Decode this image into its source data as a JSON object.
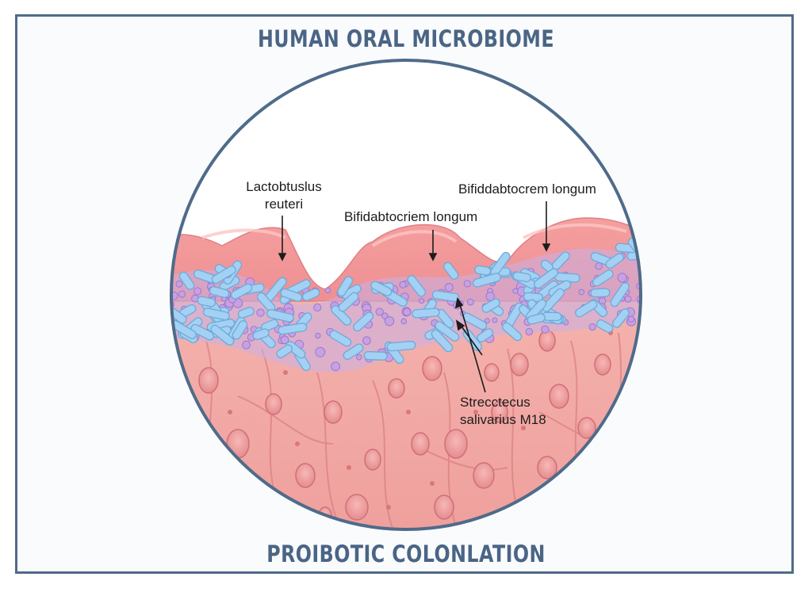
{
  "title": "HUMAN ORAL MICROBIOME",
  "subtitle": "PROIBOTIC COLONLATION",
  "labels": {
    "lactobacillus_line1": "Lactobtuslus",
    "lactobacillus_line2": "reuteri",
    "bifido_middle": "Bifidabtocriem longum",
    "bifido_right": "Bifiddabtocrem longum",
    "strep_line1": "Strecctecus",
    "strep_line2": "salivarius M18"
  },
  "colors": {
    "frame": "#4f6b8a",
    "title": "#4a6585",
    "tissue": "#f1a8a4",
    "tissue_dark": "#d9777a",
    "bacteria_rod": "#9fcdf0",
    "bacteria_cocci": "#c8a3e3"
  }
}
